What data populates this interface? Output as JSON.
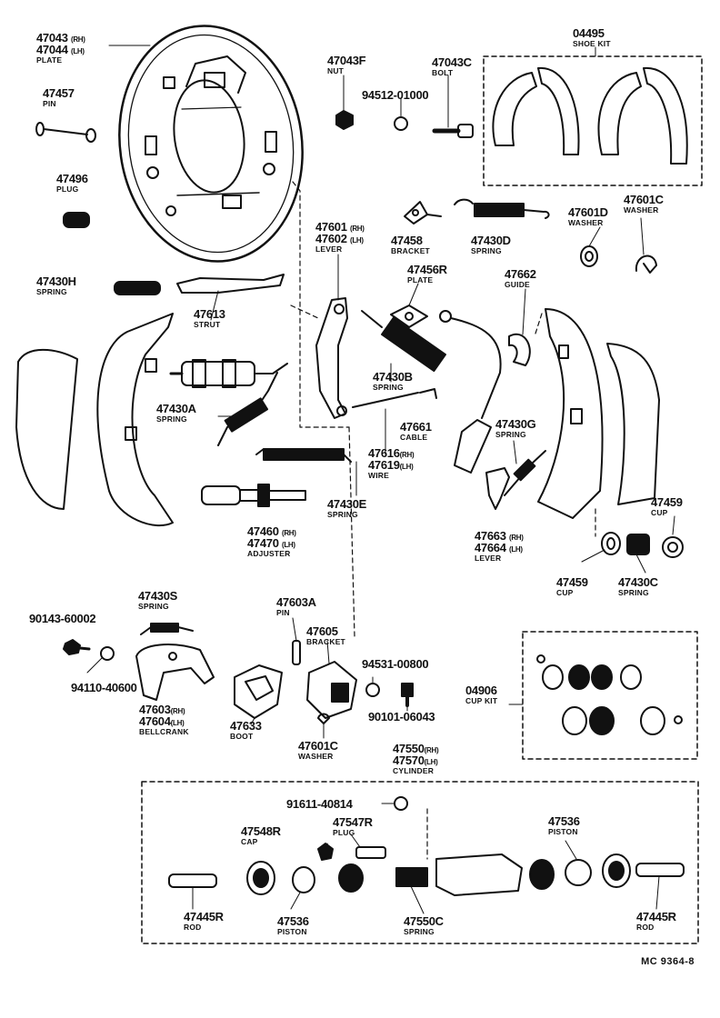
{
  "labels": {
    "plate": {
      "line1": "47043",
      "line1_sfx": "(RH)",
      "line2": "47044",
      "line2_sfx": "(LH)",
      "name": "PLATE"
    },
    "pin_47457": {
      "part": "47457",
      "name": "PIN"
    },
    "plug_47496": {
      "part": "47496",
      "name": "PLUG"
    },
    "nut": {
      "part": "47043F",
      "name": "NUT"
    },
    "bolt": {
      "part": "47043C",
      "name": "BOLT"
    },
    "washer_94512": {
      "part": "94512-01000"
    },
    "shoe_kit": {
      "part": "04495",
      "name": "SHOE KIT"
    },
    "lever_47601": {
      "line1": "47601",
      "line1_sfx": "(RH)",
      "line2": "47602",
      "line2_sfx": "(LH)",
      "name": "LEVER"
    },
    "bracket_47458": {
      "part": "47458",
      "name": "BRACKET"
    },
    "spring_47430D": {
      "part": "47430D",
      "name": "SPRING"
    },
    "washer_47601D": {
      "part": "47601D",
      "name": "WASHER"
    },
    "washer_47601C_top": {
      "part": "47601C",
      "name": "WASHER"
    },
    "spring_47430H": {
      "part": "47430H",
      "name": "SPRING"
    },
    "strut": {
      "part": "47613",
      "name": "STRUT"
    },
    "plate_47456R": {
      "part": "47456R",
      "name": "PLATE"
    },
    "guide": {
      "part": "47662",
      "name": "GUIDE"
    },
    "spring_47430B": {
      "part": "47430B",
      "name": "SPRING"
    },
    "spring_47430A": {
      "part": "47430A",
      "name": "SPRING"
    },
    "cable": {
      "part": "47661",
      "name": "CABLE"
    },
    "spring_47430G": {
      "part": "47430G",
      "name": "SPRING"
    },
    "wire": {
      "line1": "47616",
      "line1_sfx": "(RH)",
      "line2": "47619",
      "line2_sfx": "(LH)",
      "name": "WIRE"
    },
    "spring_47430E": {
      "part": "47430E",
      "name": "SPRING"
    },
    "adjuster": {
      "line1": "47460",
      "line1_sfx": "(RH)",
      "line2": "47470",
      "line2_sfx": "(LH)",
      "name": "ADJUSTER"
    },
    "lever_47663": {
      "line1": "47663",
      "line1_sfx": "(RH)",
      "line2": "47664",
      "line2_sfx": "(LH)",
      "name": "LEVER"
    },
    "cup_47459_right": {
      "part": "47459",
      "name": "CUP"
    },
    "cup_47459_left": {
      "part": "47459",
      "name": "CUP"
    },
    "spring_47430C": {
      "part": "47430C",
      "name": "SPRING"
    },
    "spring_47430S": {
      "part": "47430S",
      "name": "SPRING"
    },
    "bolt_90143": {
      "part": "90143-60002"
    },
    "nut_94110": {
      "part": "94110-40600"
    },
    "bellcrank": {
      "line1": "47603",
      "line1_sfx": "(RH)",
      "line2": "47604",
      "line2_sfx": "(LH)",
      "name": "BELLCRANK"
    },
    "pin_47603A": {
      "part": "47603A",
      "name": "PIN"
    },
    "bracket_47605": {
      "part": "47605",
      "name": "BRACKET"
    },
    "washer_94531": {
      "part": "94531-00800"
    },
    "bolt_90101": {
      "part": "90101-06043"
    },
    "boot": {
      "part": "47633",
      "name": "BOOT"
    },
    "washer_47601C_bottom": {
      "part": "47601C",
      "name": "WASHER"
    },
    "cup_kit": {
      "part": "04906",
      "name": "CUP KIT"
    },
    "cylinder": {
      "line1": "47550",
      "line1_sfx": "(RH)",
      "line2": "47570",
      "line2_sfx": "(LH)",
      "name": "CYLINDER"
    },
    "bleeder": {
      "part": "91611-40814"
    },
    "cap": {
      "part": "47548R",
      "name": "CAP"
    },
    "plug_47547R": {
      "part": "47547R",
      "name": "PLUG"
    },
    "piston_right": {
      "part": "47536",
      "name": "PISTON"
    },
    "rod_left": {
      "part": "47445R",
      "name": "ROD"
    },
    "piston_left": {
      "part": "47536",
      "name": "PISTON"
    },
    "spring_47550C": {
      "part": "47550C",
      "name": "SPRING"
    },
    "rod_right": {
      "part": "47445R",
      "name": "ROD"
    }
  },
  "footer": {
    "code": "MC  9364-8"
  }
}
